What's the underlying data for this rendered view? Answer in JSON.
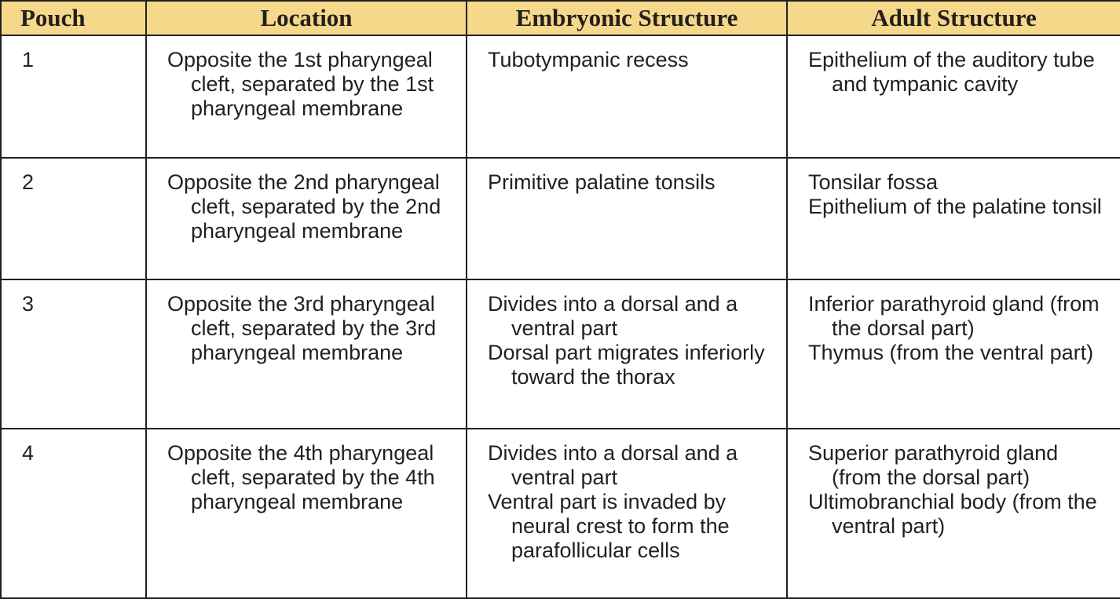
{
  "headers": [
    "Pouch",
    "Location",
    "Embryonic Structure",
    "Adult Structure"
  ],
  "rows": [
    {
      "pouch": "1",
      "location": [
        "Opposite the 1st pharyngeal cleft, separated by the 1st pharyngeal membrane"
      ],
      "embryonic": [
        "Tubotympanic recess"
      ],
      "adult": [
        "Epithelium of the auditory tube and tympanic cavity"
      ]
    },
    {
      "pouch": "2",
      "location": [
        "Opposite the 2nd pharyngeal cleft, separated by the 2nd pharyngeal membrane"
      ],
      "embryonic": [
        "Primitive palatine tonsils"
      ],
      "adult": [
        "Tonsilar fossa",
        "Epithelium of the palatine tonsil"
      ]
    },
    {
      "pouch": "3",
      "location": [
        "Opposite the 3rd pharyngeal cleft, separated by the 3rd pharyngeal membrane"
      ],
      "embryonic": [
        "Divides into a dorsal and a ventral part",
        "Dorsal part migrates inferiorly toward the thorax"
      ],
      "adult": [
        "Inferior parathyroid gland (from the dorsal part)",
        "Thymus (from the ventral part)"
      ]
    },
    {
      "pouch": "4",
      "location": [
        "Opposite the 4th pharyngeal cleft, separated by the 4th pharyngeal membrane"
      ],
      "embryonic": [
        "Divides into a dorsal and a ventral part",
        "Ventral part is invaded by neural crest to form the parafollicular cells"
      ],
      "adult": [
        "Superior parathyroid gland (from the dorsal part)",
        "Ultimobranchial body (from the ventral part)"
      ]
    }
  ]
}
